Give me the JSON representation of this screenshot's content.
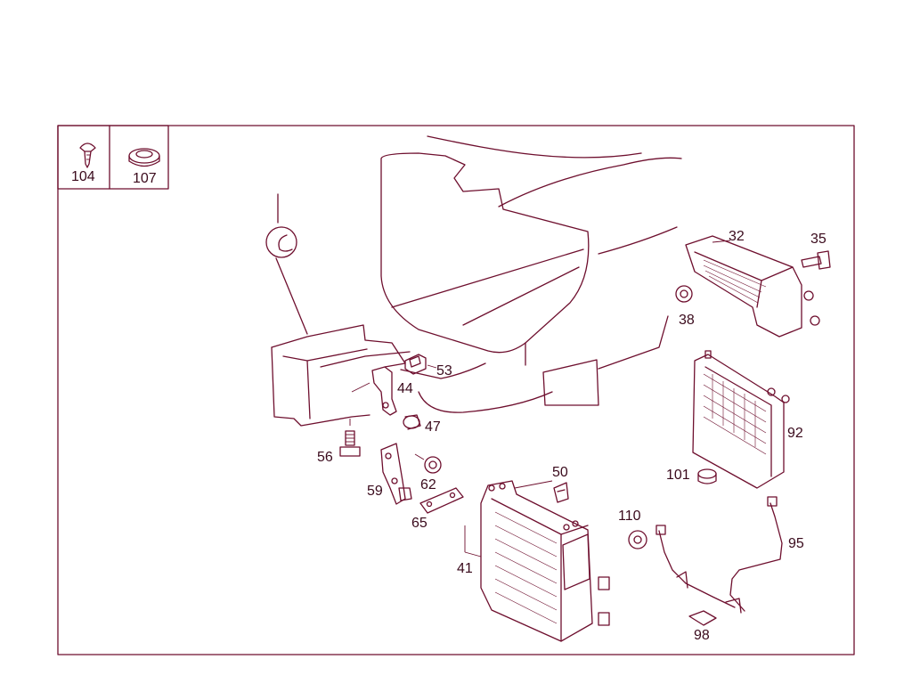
{
  "colors": {
    "line": "#6e0f2e",
    "label": "#3a0a1c",
    "frame": "#6e0f2e",
    "background": "#ffffff"
  },
  "legend": {
    "items": [
      {
        "number": "104",
        "icon": "push-rivet-clip-icon"
      },
      {
        "number": "107",
        "icon": "grommet-ring-icon"
      }
    ]
  },
  "parts": {
    "p32": "32",
    "p35": "35",
    "p38": "38",
    "p92": "92",
    "p101": "101",
    "p53": "53",
    "p44": "44",
    "p47": "47",
    "p56": "56",
    "p62": "62",
    "p59": "59",
    "p65": "65",
    "p50": "50",
    "p41": "41",
    "p110": "110",
    "p95": "95",
    "p98": "98"
  }
}
